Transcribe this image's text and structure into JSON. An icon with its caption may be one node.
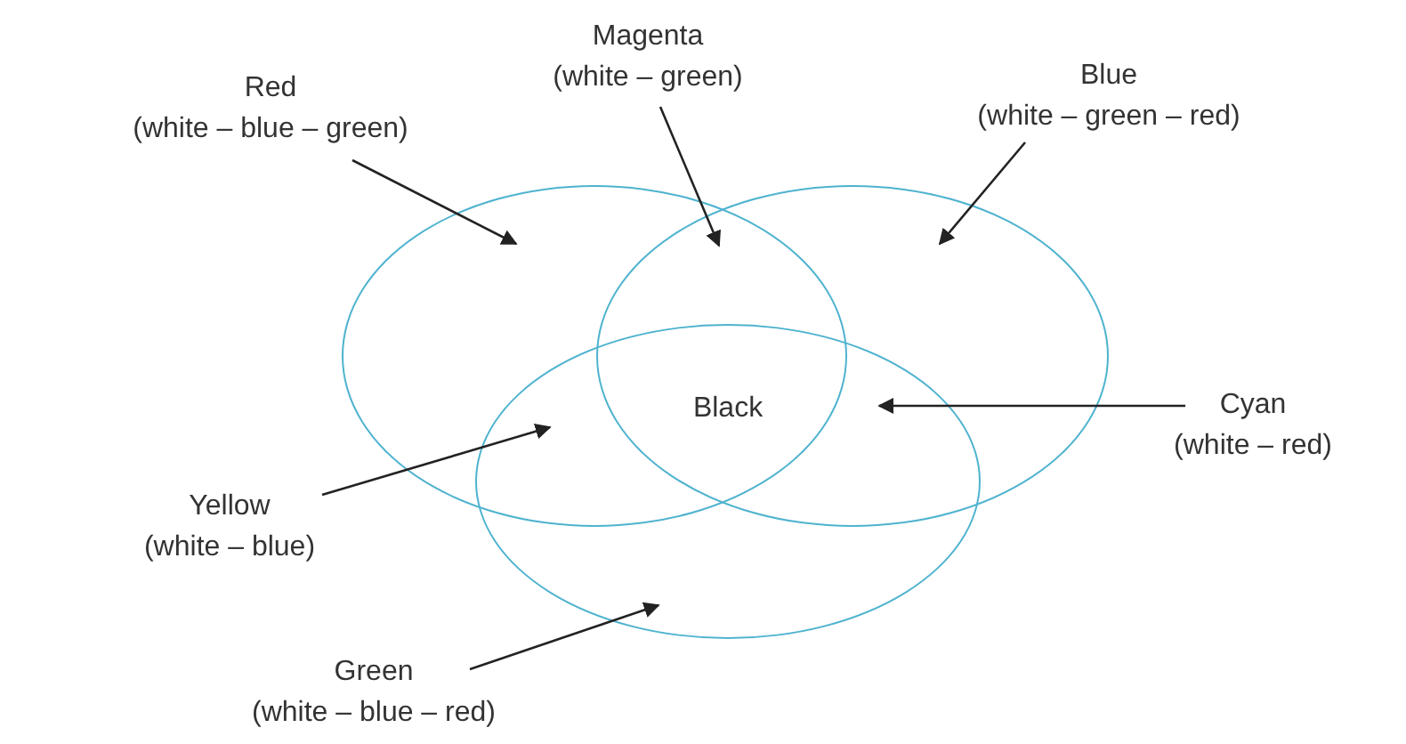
{
  "diagram": {
    "nodes": [
      {
        "text": [],
        "shape": "circle"
      },
      {
        "text": [],
        "shape": "circle"
      },
      {
        "text": [],
        "shape": "circle"
      },
      {
        "text": [
          "Red",
          "(white – blue – green)"
        ]
      },
      {
        "text": [
          "Magenta",
          "(white – green)"
        ]
      },
      {
        "text": [
          "Blue",
          "(white – green – red)"
        ]
      },
      {
        "text": [
          "Cyan",
          "(white – red)"
        ]
      },
      {
        "text": [
          "Yellow",
          "(white – blue)"
        ]
      },
      {
        "text": [
          "Green",
          "(white – blue – red)"
        ]
      }
    ],
    "edges": [
      {
        "from": 3,
        "to": 0,
        "arrow": "to"
      },
      {
        "from": 4,
        "to": 0,
        "arrow": "to"
      },
      {
        "from": 5,
        "to": 1,
        "arrow": "to"
      },
      {
        "from": 6,
        "to": 2,
        "arrow": "to"
      },
      {
        "from": 7,
        "to": 2,
        "arrow": "to"
      },
      {
        "from": 8,
        "to": 2,
        "arrow": "to"
      }
    ],
    "labels": [
      "Black"
    ]
  }
}
